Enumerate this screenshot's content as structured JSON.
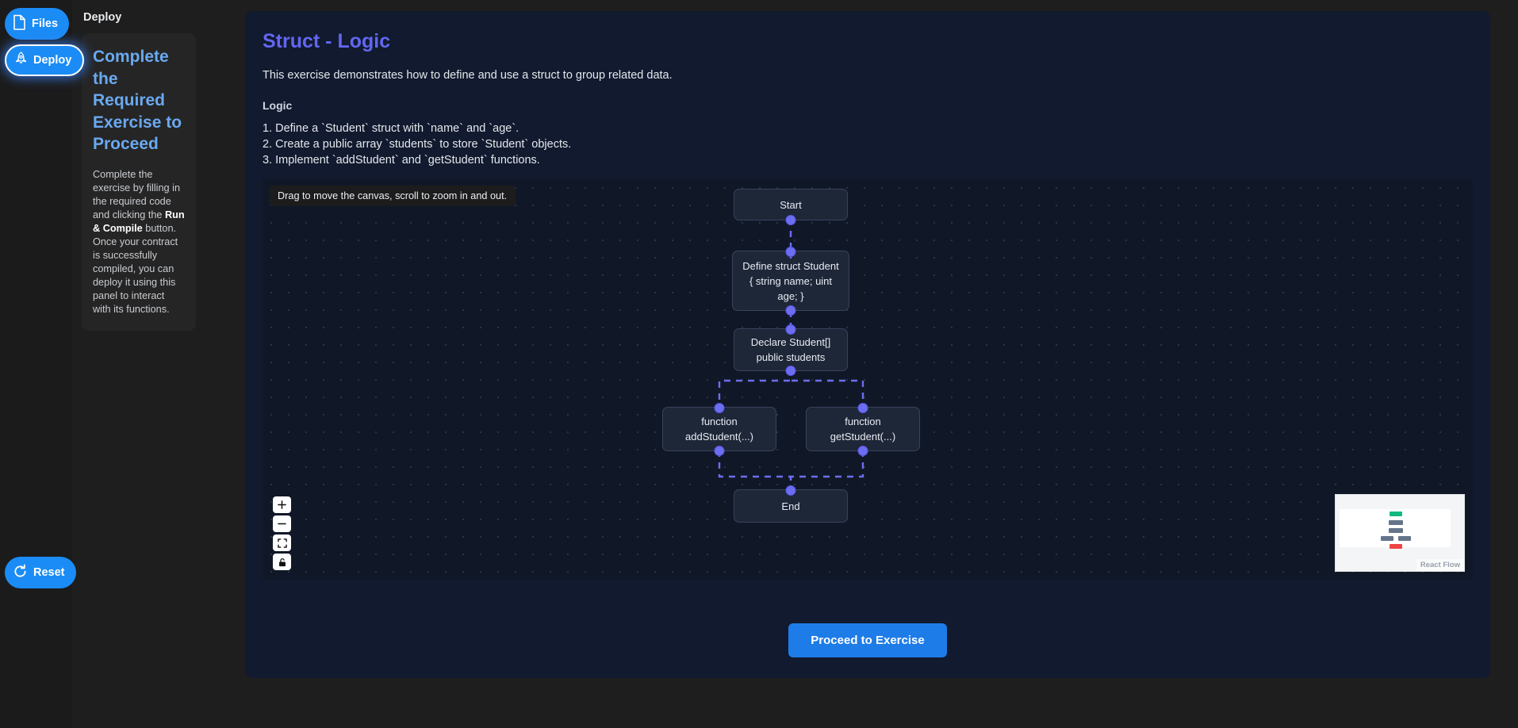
{
  "rail": {
    "files_label": "Files",
    "deploy_label": "Deploy",
    "reset_label": "Reset"
  },
  "panel": {
    "title": "Deploy",
    "heading": "Complete the Required Exercise to Proceed",
    "body_prefix": "Complete the exercise by filling in the required code and clicking the ",
    "body_bold": "Run & Compile",
    "body_suffix": " button. Once your contract is successfully compiled, you can deploy it using this panel to interact with its functions."
  },
  "content": {
    "title": "Struct - Logic",
    "description": "This exercise demonstrates how to define and use a struct to group related data.",
    "logic_label": "Logic",
    "logic_items": [
      "1. Define a `Student` struct with `name` and `age`.",
      "2. Create a public array `students` to store `Student` objects.",
      "3. Implement `addStudent` and `getStudent` functions."
    ],
    "proceed_label": "Proceed to Exercise"
  },
  "canvas": {
    "tooltip": "Drag to move the canvas, scroll to zoom in and out.",
    "attribution": "React Flow",
    "nodes": [
      {
        "id": "start",
        "label": "Start"
      },
      {
        "id": "struct",
        "label": "Define struct Student { string name; uint age; }"
      },
      {
        "id": "declare",
        "label": "Declare Student[] public students"
      },
      {
        "id": "add",
        "label": "function addStudent(...)"
      },
      {
        "id": "get",
        "label": "function getStudent(...)"
      },
      {
        "id": "end",
        "label": "End"
      }
    ],
    "zoom_controls": [
      {
        "name": "zoom-in-icon",
        "glyph": "+"
      },
      {
        "name": "zoom-out-icon",
        "glyph": "−"
      },
      {
        "name": "fit-view-icon",
        "glyph": "fit"
      },
      {
        "name": "lock-icon",
        "glyph": "lock"
      }
    ]
  },
  "colors": {
    "accent_blue": "#1b8cf5",
    "title_purple": "#6366f1",
    "handle_purple": "#6d6df0",
    "minimap_start": "#10b981",
    "minimap_node": "#64748b",
    "minimap_end": "#ef4444"
  }
}
